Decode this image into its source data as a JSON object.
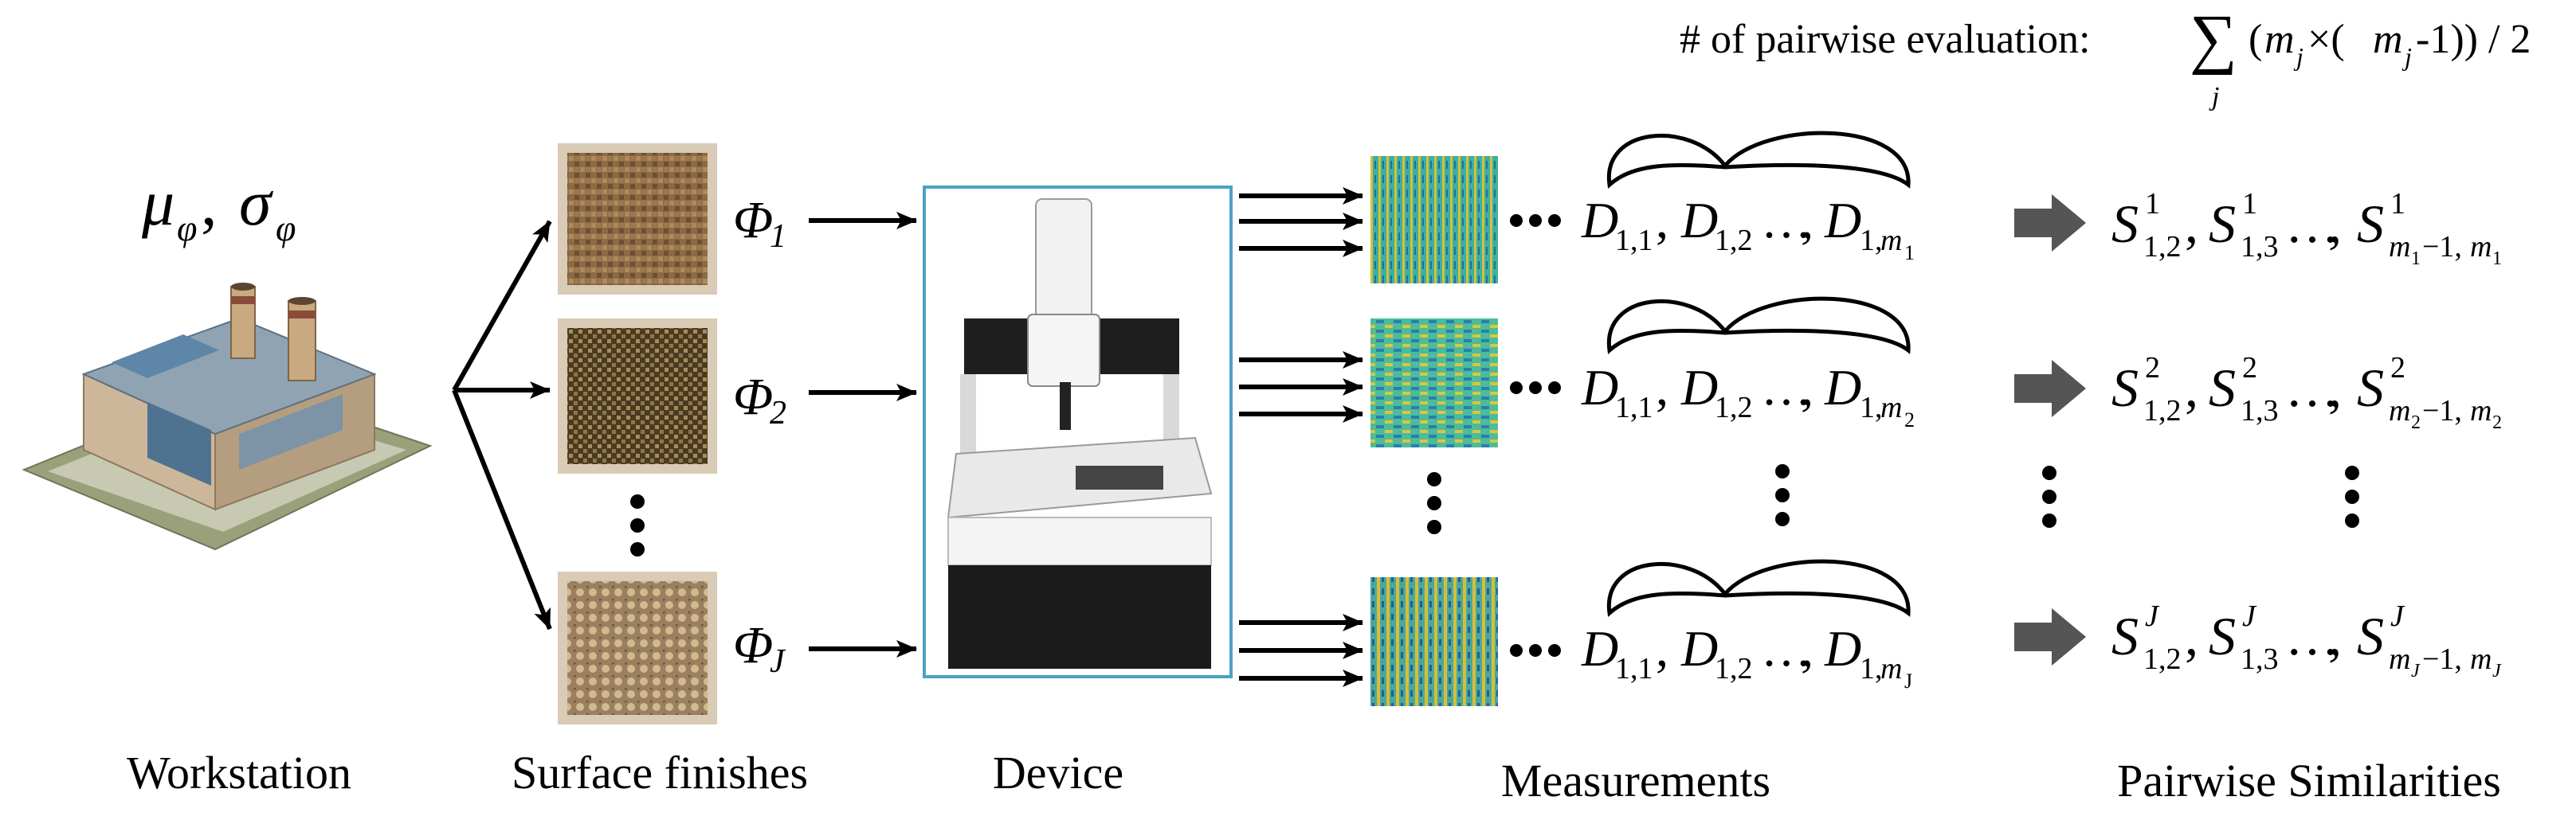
{
  "formula": {
    "prefix": "# of pairwise evaluation:",
    "sigma": "∑",
    "sigma_sub": "j",
    "open": "(",
    "m": "m",
    "j": "j",
    "times": " ×(",
    "minus_one": "-1)) / 2"
  },
  "workstation": {
    "mu": "μ",
    "sigma": "σ",
    "phi_sub": "φ",
    "comma": ", "
  },
  "finishes": {
    "symbol": "Φ",
    "subs": [
      "1",
      "2",
      "J"
    ]
  },
  "measurements": {
    "D": "D",
    "subs": {
      "a": "1,1",
      "b": "1,2",
      "c": "1,",
      "m": "m"
    },
    "row_m_subs": [
      "1",
      "2",
      "J"
    ],
    "ellipsis": "…",
    "comma": ", "
  },
  "similarities": {
    "S": "S",
    "row_sups": [
      "1",
      "2",
      "J"
    ],
    "subs": {
      "a": "1,2",
      "b": "1,3",
      "m": "m",
      "tail": "−1,",
      "tail_m": "m"
    },
    "ellipsis": "…",
    "comma": ", "
  },
  "labels": {
    "workstation": "Workstation",
    "surface_finishes": "Surface finishes",
    "device": "Device",
    "measurements": "Measurements",
    "pairwise_similarities": "Pairwise Similarities"
  },
  "colors": {
    "frame": "#4ba3c3",
    "fat_arrow": "#555555",
    "bronze_1": "#8c6a45",
    "bronze_2": "#5d4a2e",
    "bronze_3": "#a78a60",
    "heatmap_teal": "#2aa198",
    "heatmap_yellow": "#d8c33a"
  }
}
